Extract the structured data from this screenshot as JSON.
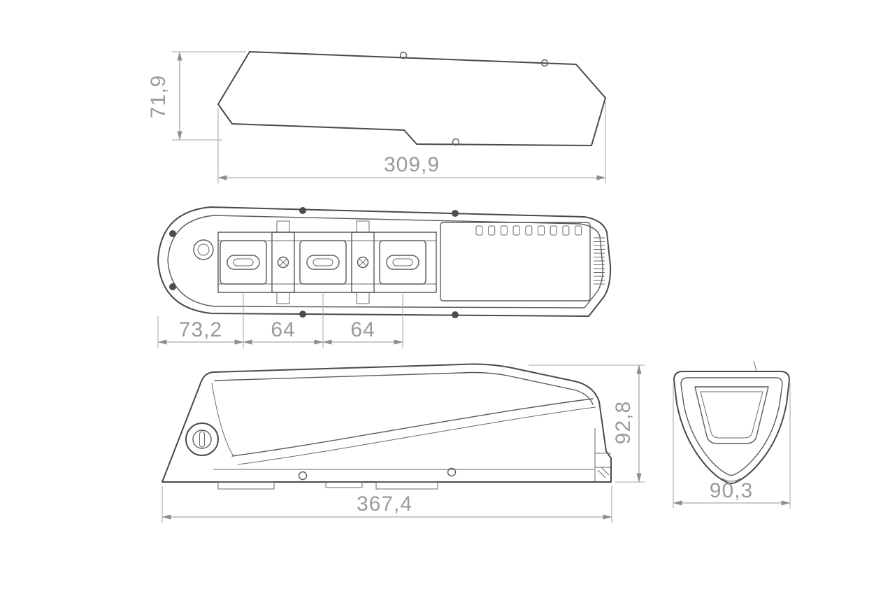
{
  "drawing": {
    "kind": "battery-pack-technical-drawing",
    "colors": {
      "line": "#4a4a4a",
      "dimension": "#9a9a9a"
    }
  },
  "dims": {
    "top_height": "71,9",
    "top_length": "309,9",
    "plate_left": "73,2",
    "pitch_a": "64",
    "pitch_b": "64",
    "side_length": "367,4",
    "side_height": "92,8",
    "end_width": "90,3"
  }
}
